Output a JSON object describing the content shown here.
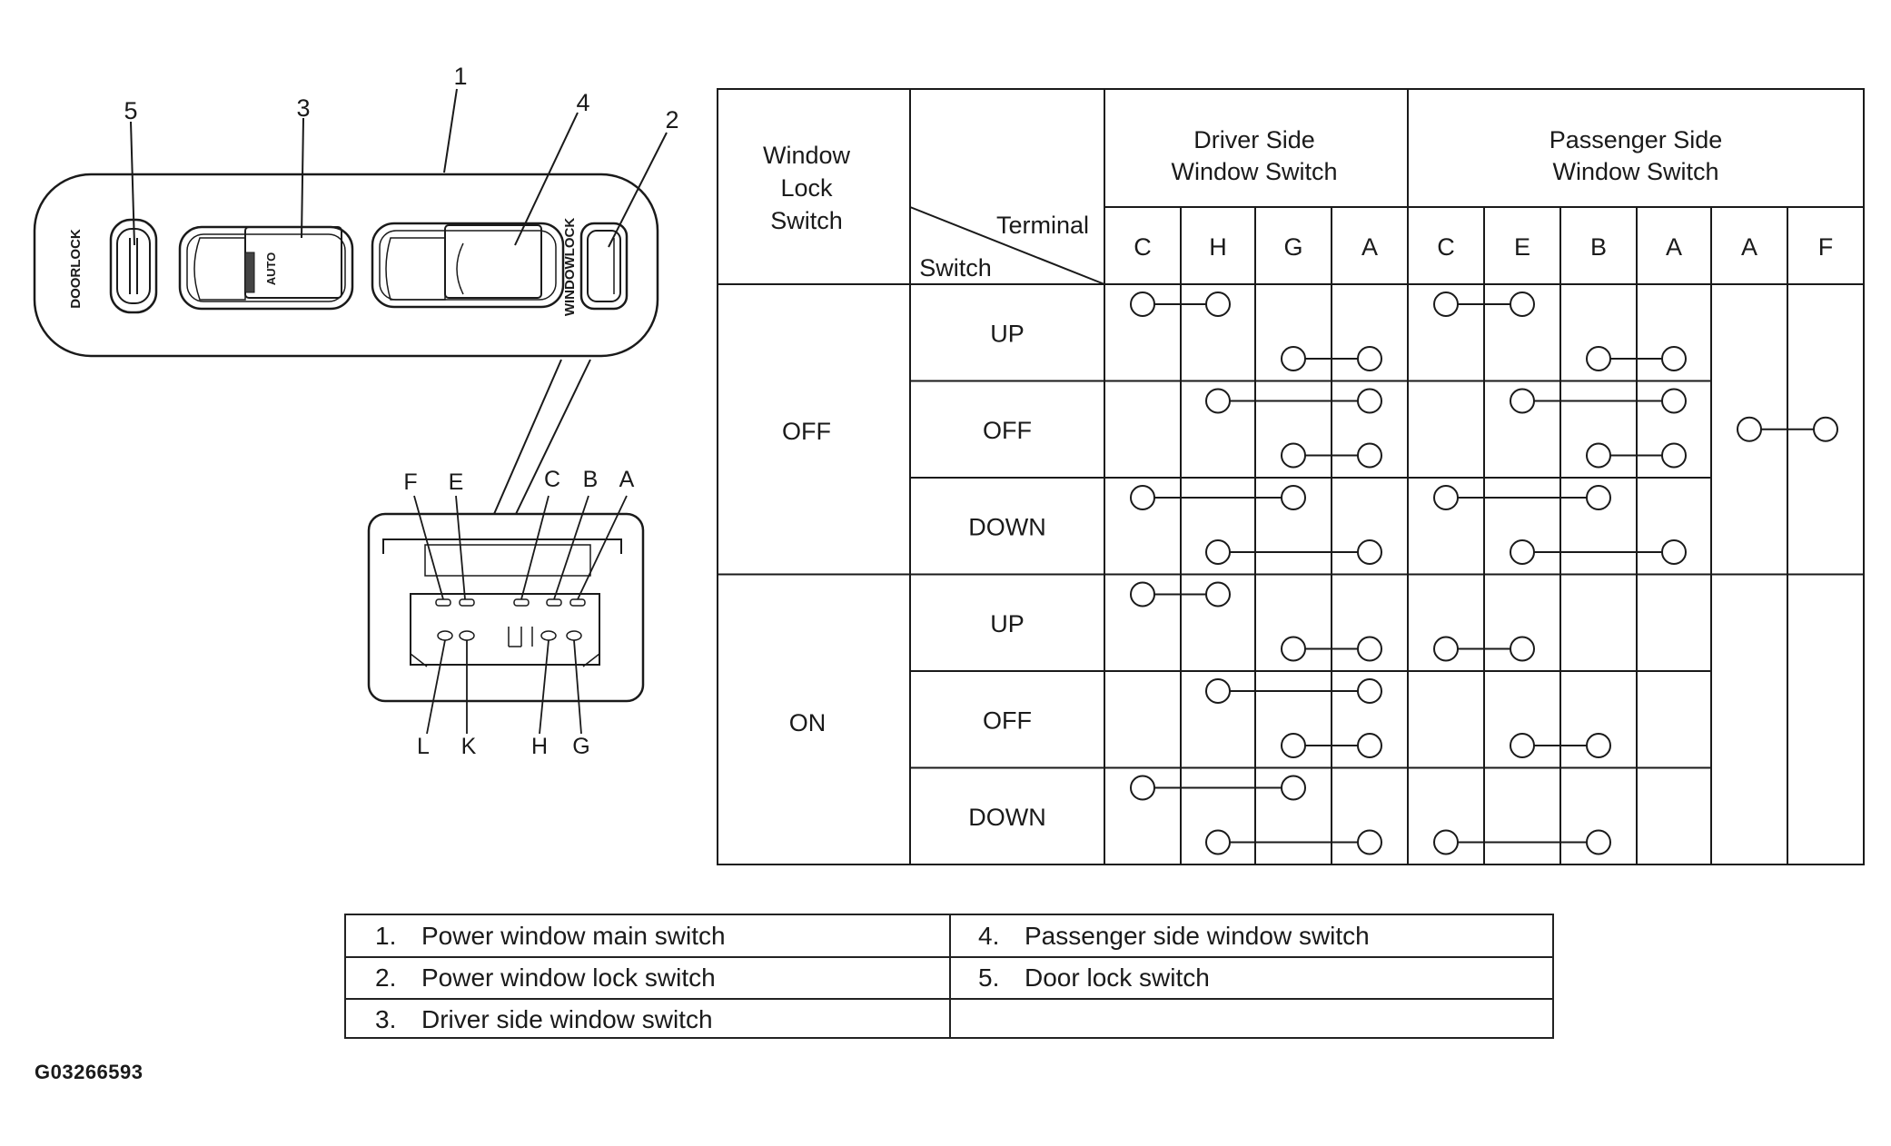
{
  "switch_panel": {
    "callouts": [
      "1",
      "2",
      "3",
      "4",
      "5"
    ],
    "doorlock_text": "DOORLOCK",
    "windowlock_text": "WINDOWLOCK",
    "auto_text": "AUTO"
  },
  "connector": {
    "top_pins": [
      "F",
      "E",
      "C",
      "B",
      "A"
    ],
    "bottom_pins": [
      "L",
      "K",
      "H",
      "G"
    ]
  },
  "table": {
    "lock_header": [
      "Window",
      "Lock",
      "Switch"
    ],
    "terminal_label": "Terminal",
    "switch_label": "Switch",
    "driver_header": [
      "Driver Side",
      "Window Switch"
    ],
    "passenger_header": [
      "Passenger Side",
      "Window Switch"
    ],
    "terminals": [
      "C",
      "H",
      "G",
      "A",
      "C",
      "E",
      "B",
      "A",
      "A",
      "F"
    ],
    "lock_states": [
      "OFF",
      "ON"
    ],
    "switch_positions": [
      "UP",
      "OFF",
      "DOWN",
      "UP",
      "OFF",
      "DOWN"
    ],
    "continuity": [
      [
        [
          0,
          1
        ],
        [
          2,
          3
        ],
        [
          4,
          5
        ],
        [
          6,
          7
        ]
      ],
      [
        [
          1,
          3
        ],
        [
          2,
          3
        ],
        [
          5,
          7
        ],
        [
          6,
          7
        ]
      ],
      [
        [
          0,
          2
        ],
        [
          1,
          3
        ],
        [
          4,
          6
        ],
        [
          5,
          7
        ]
      ],
      [
        [
          0,
          1
        ],
        [
          2,
          3
        ],
        [
          4,
          5
        ]
      ],
      [
        [
          1,
          3
        ],
        [
          2,
          3
        ],
        [
          5,
          6
        ]
      ],
      [
        [
          0,
          2
        ],
        [
          1,
          3
        ],
        [
          4,
          6
        ]
      ]
    ],
    "lock_off_continuity": [
      8,
      9
    ]
  },
  "legend": [
    {
      "num": "1.",
      "text": "Power window main switch"
    },
    {
      "num": "4.",
      "text": "Passenger side window switch"
    },
    {
      "num": "2.",
      "text": "Power window lock switch"
    },
    {
      "num": "5.",
      "text": "Door lock switch"
    },
    {
      "num": "3.",
      "text": "Driver side window switch"
    }
  ],
  "figure_id": "G03266593"
}
